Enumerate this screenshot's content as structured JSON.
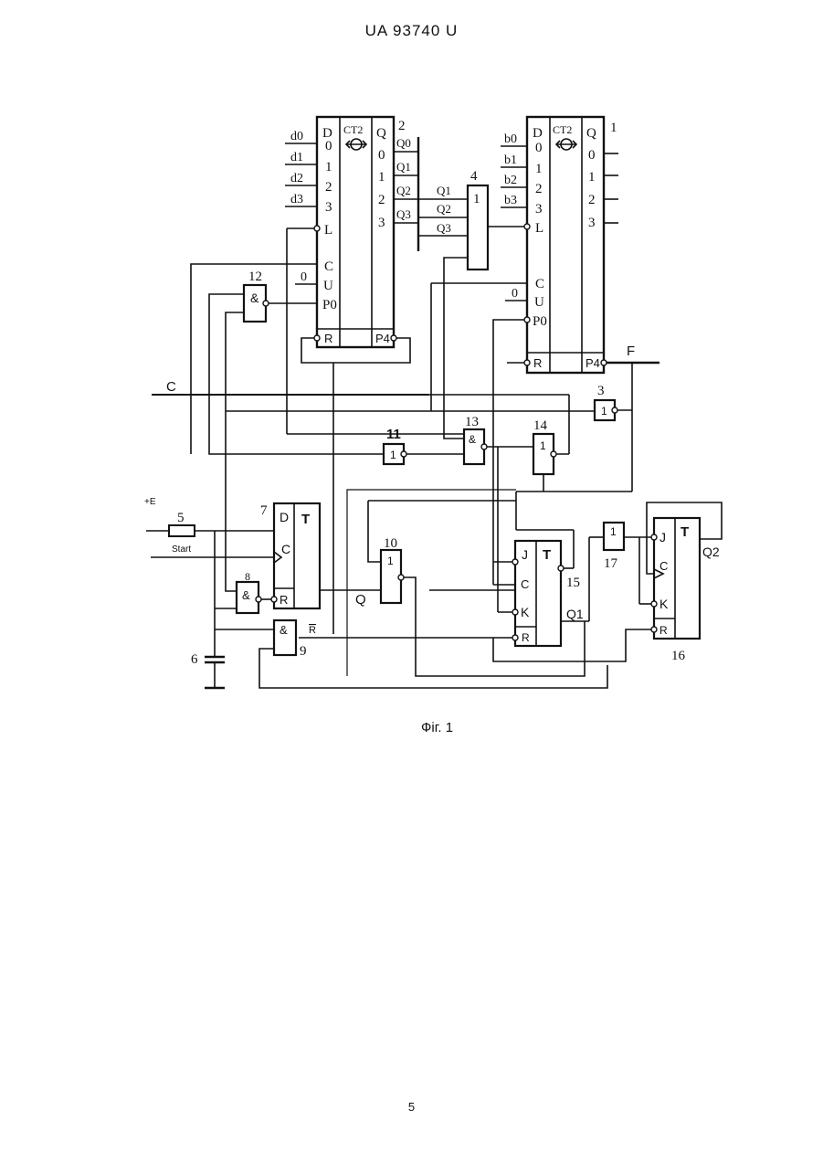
{
  "header": {
    "doc_id": "UA   93740   U"
  },
  "figure": {
    "caption": "Фіг. 1"
  },
  "page": {
    "number": "5"
  },
  "labels": {
    "ct2": "CT2",
    "D": "D",
    "Q": "Q",
    "L": "L",
    "C": "C",
    "U": "U",
    "R": "R",
    "T": "T",
    "J": "J",
    "K": "K",
    "d0": "d0",
    "d1": "d1",
    "d2": "d2",
    "d3": "d3",
    "b0": "b0",
    "b1": "b1",
    "b2": "b2",
    "b3": "b3",
    "Q0": "Q0",
    "Q1": "Q1",
    "Q2": "Q2",
    "Q3": "Q3",
    "P0": "P0",
    "P4": "P4",
    "n0": "0",
    "n1": "1",
    "n2": "2",
    "n3": "3",
    "and": "&",
    "or": "1",
    "sigF": "F",
    "sigC": "C",
    "sigQ": "Q",
    "sigRbar": "R",
    "plusE": "+E",
    "start": "Start"
  },
  "components": {
    "c1": "1",
    "c2": "2",
    "c3": "3",
    "c4": "4",
    "c5": "5",
    "c6": "6",
    "c7": "7",
    "c8": "8",
    "c9": "9",
    "c10": "10",
    "c11": "11",
    "c12": "12",
    "c13": "13",
    "c14": "14",
    "c15": "15",
    "c16": "16",
    "c17": "17"
  }
}
